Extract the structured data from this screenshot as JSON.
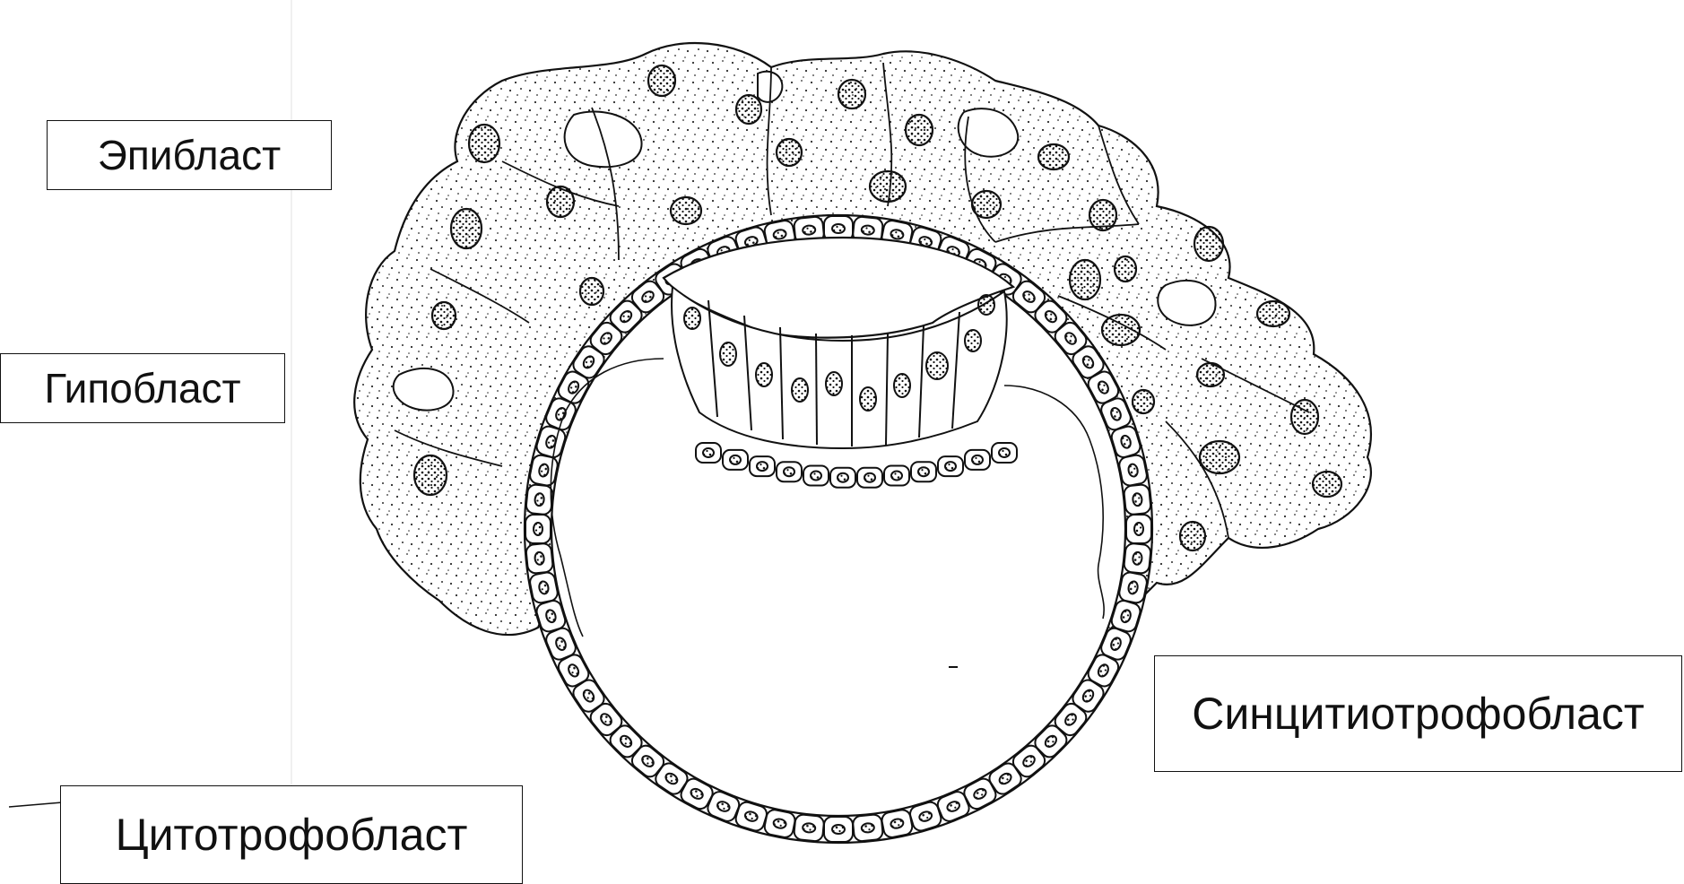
{
  "labels": {
    "epiblast": "Эпибласт",
    "hypoblast": "Гипобласт",
    "syncytiotrophoblast": "Синцитиотрофобласт",
    "cytotrophoblast": "Цитотрофобласт"
  },
  "colors": {
    "line": "#111111",
    "background": "#ffffff",
    "stipple": "#2a2a2a"
  }
}
